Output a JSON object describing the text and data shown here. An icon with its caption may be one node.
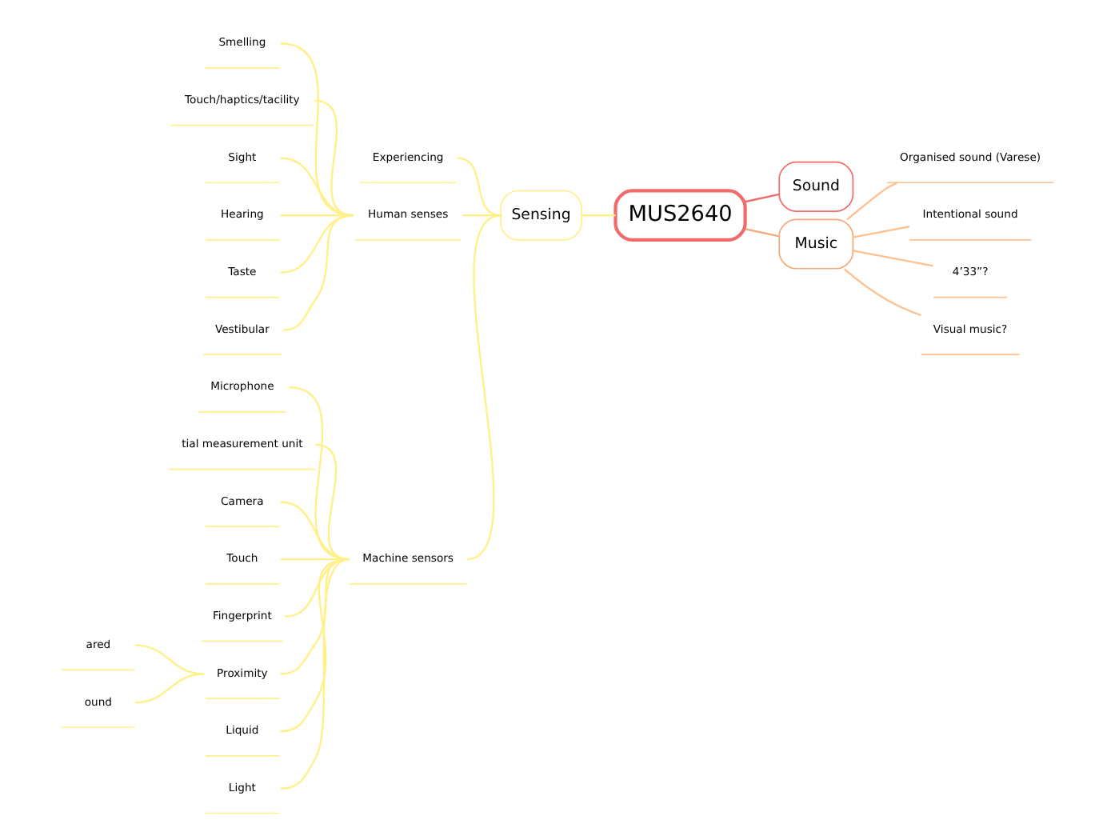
{
  "diagram": {
    "nodes": [
      {
        "text": [
          "MUS2640"
        ]
      },
      {
        "text": [
          "Sound"
        ]
      },
      {
        "text": [
          "Music"
        ]
      },
      {
        "text": [
          "Organised sound (Varese)"
        ]
      },
      {
        "text": [
          "Intentional sound"
        ]
      },
      {
        "text": [
          "4’33”?"
        ]
      },
      {
        "text": [
          "Visual music?"
        ]
      },
      {
        "text": [
          "Sensing"
        ]
      },
      {
        "text": [
          "Experiencing"
        ]
      },
      {
        "text": [
          "Human senses"
        ]
      },
      {
        "text": [
          "Smelling"
        ]
      },
      {
        "text": [
          "Touch/haptics/tacility"
        ]
      },
      {
        "text": [
          "Sight"
        ]
      },
      {
        "text": [
          "Hearing"
        ]
      },
      {
        "text": [
          "Taste"
        ]
      },
      {
        "text": [
          "Vestibular"
        ]
      },
      {
        "text": [
          "Machine sensors"
        ]
      },
      {
        "text": [
          "Microphone"
        ]
      },
      {
        "text": [
          "tial measurement unit"
        ]
      },
      {
        "text": [
          "Camera"
        ]
      },
      {
        "text": [
          "Touch"
        ]
      },
      {
        "text": [
          "Fingerprint"
        ]
      },
      {
        "text": [
          "Proximity"
        ]
      },
      {
        "text": [
          "ared"
        ]
      },
      {
        "text": [
          "ound"
        ]
      },
      {
        "text": [
          "Liquid"
        ]
      },
      {
        "text": [
          "Light"
        ]
      }
    ],
    "edges": [
      {
        "from": 0,
        "to": 1,
        "arrow": "none",
        "color": "#f26b6b"
      },
      {
        "from": 0,
        "to": 2,
        "arrow": "none",
        "color": "#f5a878"
      },
      {
        "from": 2,
        "to": 3,
        "arrow": "none",
        "color": "#ffc08f"
      },
      {
        "from": 2,
        "to": 4,
        "arrow": "none",
        "color": "#ffc08f"
      },
      {
        "from": 2,
        "to": 5,
        "arrow": "none",
        "color": "#ffc08f"
      },
      {
        "from": 2,
        "to": 6,
        "arrow": "none",
        "color": "#ffc08f"
      },
      {
        "from": 0,
        "to": 7,
        "arrow": "none"
      },
      {
        "from": 7,
        "to": 8,
        "arrow": "none"
      },
      {
        "from": 7,
        "to": 9,
        "arrow": "none"
      },
      {
        "from": 9,
        "to": 10,
        "arrow": "none"
      },
      {
        "from": 9,
        "to": 11,
        "arrow": "none"
      },
      {
        "from": 9,
        "to": 12,
        "arrow": "none"
      },
      {
        "from": 9,
        "to": 13,
        "arrow": "none"
      },
      {
        "from": 9,
        "to": 14,
        "arrow": "none"
      },
      {
        "from": 9,
        "to": 15,
        "arrow": "none"
      },
      {
        "from": 7,
        "to": 16,
        "arrow": "none"
      },
      {
        "from": 16,
        "to": 17,
        "arrow": "none"
      },
      {
        "from": 16,
        "to": 18,
        "arrow": "none"
      },
      {
        "from": 16,
        "to": 19,
        "arrow": "none"
      },
      {
        "from": 16,
        "to": 20,
        "arrow": "none"
      },
      {
        "from": 16,
        "to": 21,
        "arrow": "none"
      },
      {
        "from": 16,
        "to": 22,
        "arrow": "none"
      },
      {
        "from": 22,
        "to": 23,
        "arrow": "none"
      },
      {
        "from": 22,
        "to": 24,
        "arrow": "none"
      },
      {
        "from": 16,
        "to": 25,
        "arrow": "none"
      },
      {
        "from": 16,
        "to": 26,
        "arrow": "none"
      }
    ]
  }
}
